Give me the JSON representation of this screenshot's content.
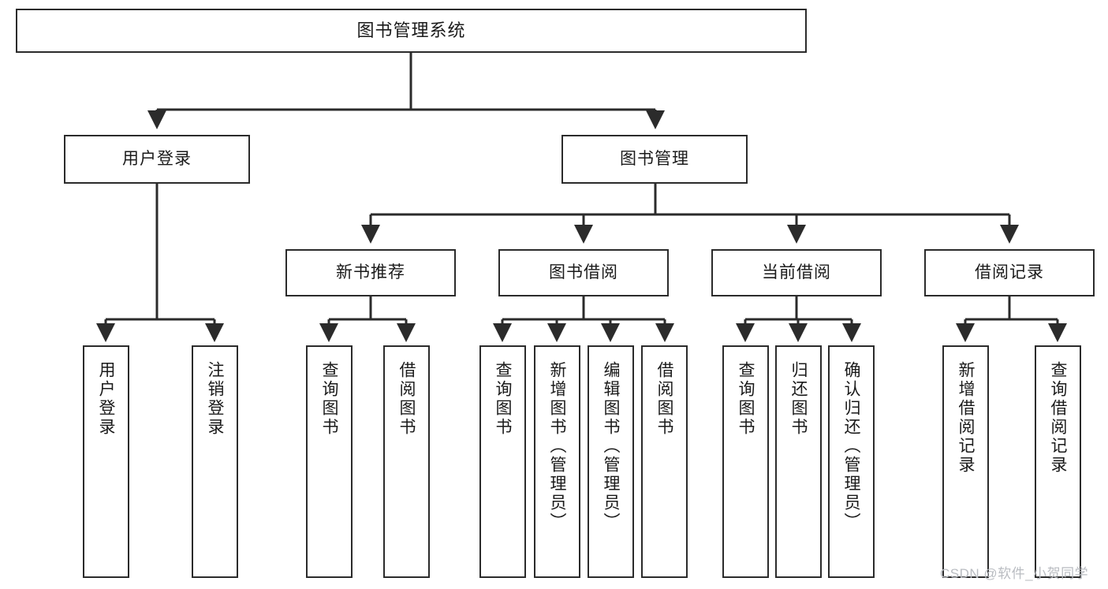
{
  "diagram": {
    "type": "tree-hierarchy-chart",
    "title": "图书管理系统",
    "watermark": "CSDN @软件_小贺同学",
    "stroke_color": "#2b2b2b",
    "text_color": "#1a1a1a",
    "background_color": "#ffffff",
    "watermark_color": "#b9bcc1",
    "nodes": {
      "root": {
        "label": "图书管理系统"
      },
      "level2": [
        {
          "label": "用户登录"
        },
        {
          "label": "图书管理"
        }
      ],
      "level3": [
        {
          "label": "新书推荐"
        },
        {
          "label": "图书借阅"
        },
        {
          "label": "当前借阅"
        },
        {
          "label": "借阅记录"
        }
      ],
      "leaves": {
        "user_login": [
          {
            "label": "用户登录"
          },
          {
            "label": "注销登录"
          }
        ],
        "new_book_recommend": [
          {
            "label": "查询图书"
          },
          {
            "label": "借阅图书"
          }
        ],
        "book_borrow": [
          {
            "label": "查询图书"
          },
          {
            "label": "新增图书（管理员）"
          },
          {
            "label": "编辑图书（管理员）"
          },
          {
            "label": "借阅图书"
          }
        ],
        "current_borrow": [
          {
            "label": "查询图书"
          },
          {
            "label": "归还图书"
          },
          {
            "label": "确认归还（管理员）"
          }
        ],
        "borrow_record": [
          {
            "label": "新增借阅记录"
          },
          {
            "label": "查询借阅记录"
          }
        ]
      }
    }
  }
}
